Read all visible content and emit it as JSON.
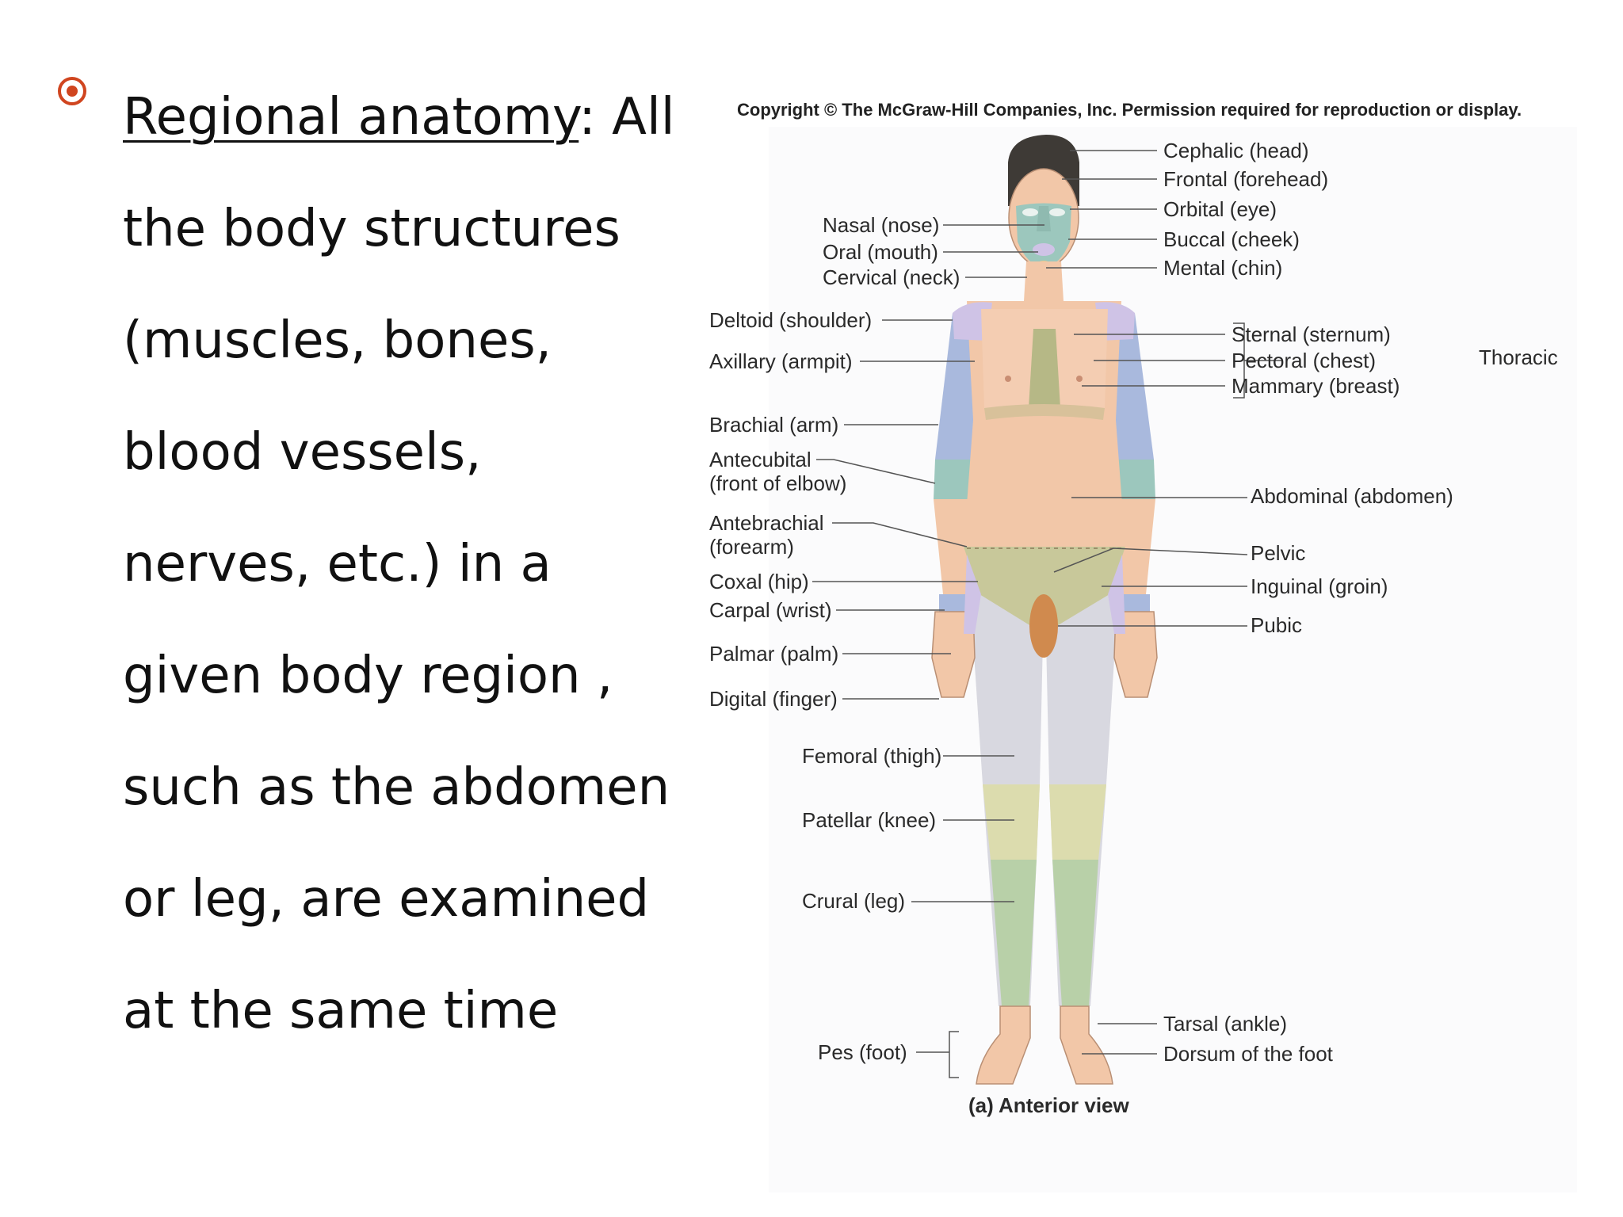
{
  "slide": {
    "bullet_color": "#d0451f",
    "term": "Regional anatomy",
    "definition": ": All the body structures (muscles, bones, blood vessels, nerves, etc.) in a given body region , such as the abdomen or leg, are examined at the same time"
  },
  "figure": {
    "copyright": "Copyright © The McGraw-Hill Companies, Inc. Permission required for reproduction or display.",
    "caption": "(a) Anterior view",
    "labels": {
      "cephalic": "Cephalic (head)",
      "frontal": "Frontal (forehead)",
      "orbital": "Orbital (eye)",
      "buccal": "Buccal (cheek)",
      "mental": "Mental (chin)",
      "nasal": "Nasal (nose)",
      "oral": "Oral (mouth)",
      "cervical": "Cervical (neck)",
      "deltoid": "Deltoid (shoulder)",
      "axillary": "Axillary (armpit)",
      "brachial": "Brachial (arm)",
      "antecubital_1": "Antecubital",
      "antecubital_2": "(front of elbow)",
      "antebrachial_1": "Antebrachial",
      "antebrachial_2": "(forearm)",
      "coxal": "Coxal (hip)",
      "carpal": "Carpal (wrist)",
      "palmar": "Palmar (palm)",
      "digital": "Digital (finger)",
      "sternal": "Sternal (sternum)",
      "pectoral": "Pectoral (chest)",
      "mammary": "Mammary (breast)",
      "thoracic": "Thoracic",
      "abdominal": "Abdominal (abdomen)",
      "pelvic": "Pelvic",
      "inguinal": "Inguinal (groin)",
      "pubic": "Pubic",
      "femoral": "Femoral (thigh)",
      "patellar": "Patellar (knee)",
      "crural": "Crural (leg)",
      "tarsal": "Tarsal (ankle)",
      "dorsum": "Dorsum of the foot",
      "pes": "Pes (foot)"
    },
    "colors": {
      "skin": "#f2c7a8",
      "arm_blue": "#a9b9dd",
      "teal": "#9cc7bd",
      "violet": "#cfc3e6",
      "olive": "#c8c89a",
      "sternal_olive": "#b6b886",
      "thigh_gray": "#d8d8e0",
      "knee_yellow": "#dcdcae",
      "leg_green": "#b8d0a8",
      "hair": "#3e3a36",
      "line": "#555555"
    }
  }
}
